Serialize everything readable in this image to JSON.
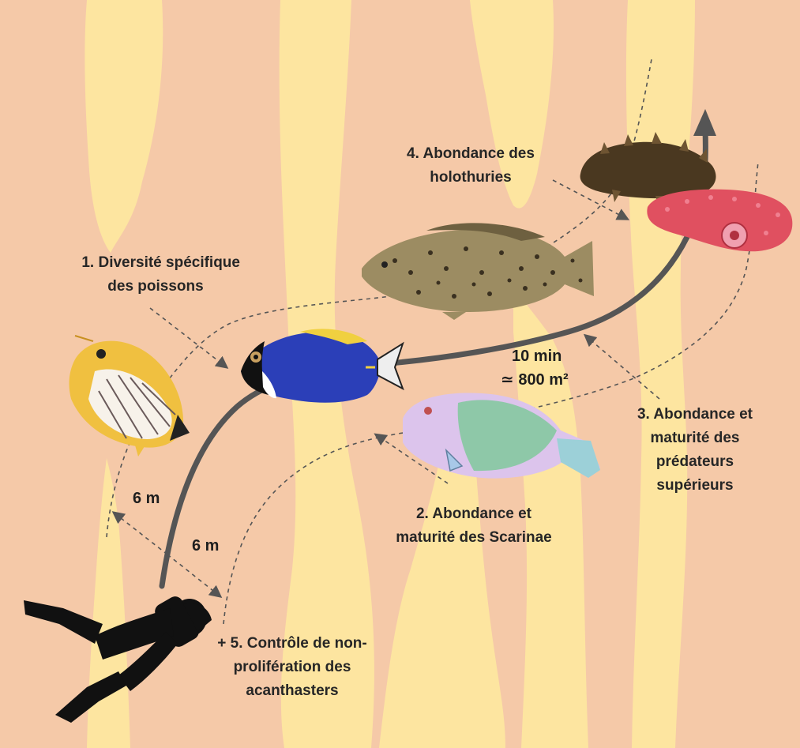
{
  "labels": {
    "diversity": [
      "1. Diversité spécifique",
      "des poissons"
    ],
    "scarinae": [
      "2. Abondance et",
      "maturité des Scarinae"
    ],
    "predators": [
      "3. Abondance et",
      "maturité des",
      "prédateurs",
      "supérieurs"
    ],
    "holothuries": [
      "4. Abondance des",
      "holothuries"
    ],
    "acanthasters": [
      "+ 5. Contrôle de non-",
      "prolifération des",
      "acanthasters"
    ]
  },
  "measurements": {
    "width_left": "6 m",
    "width_right": "6 m",
    "duration": "10 min",
    "area": "≃ 800 m²"
  },
  "colors": {
    "background": "#f5c9a8",
    "sand_stripes": "#fde5a0",
    "path": "#555555",
    "dashed": "#555555"
  },
  "icons": [
    "butterflyfish-icon",
    "blue-tang-icon",
    "grouper-icon",
    "parrotfish-icon",
    "sea-cucumber-dark-icon",
    "sea-cucumber-red-icon",
    "diver-icon"
  ]
}
